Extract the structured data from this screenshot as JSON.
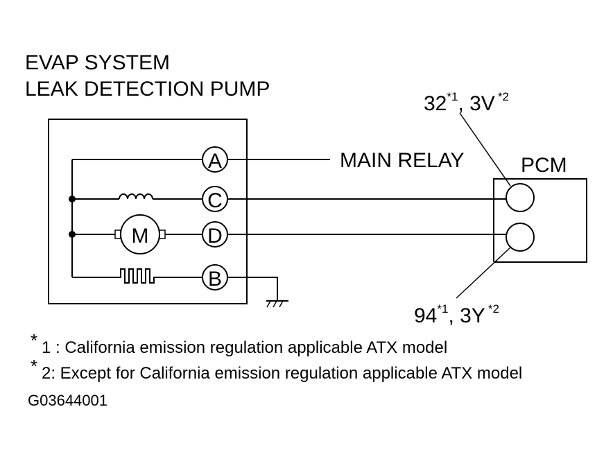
{
  "title": {
    "line1": "EVAP SYSTEM",
    "line2": "LEAK DETECTION PUMP"
  },
  "terminals": {
    "a": "A",
    "c": "C",
    "d": "D",
    "b": "B"
  },
  "motor_label": "M",
  "main_relay": "MAIN RELAY",
  "pcm": {
    "label": "PCM",
    "pin_upper": {
      "num": "32",
      "sup1": "*1",
      "sep": ", ",
      "alt": "3V",
      "sup2": "*2"
    },
    "pin_lower": {
      "num": "94",
      "sup1": "*1",
      "sep": ", ",
      "alt": "3Y",
      "sup2": "*2"
    }
  },
  "notes": [
    {
      "mark": "*",
      "text": "1 : California emission regulation applicable ATX model"
    },
    {
      "mark": "*",
      "text": "2: Except for California emission regulation applicable ATX model"
    }
  ],
  "figure_code": "G03644001"
}
